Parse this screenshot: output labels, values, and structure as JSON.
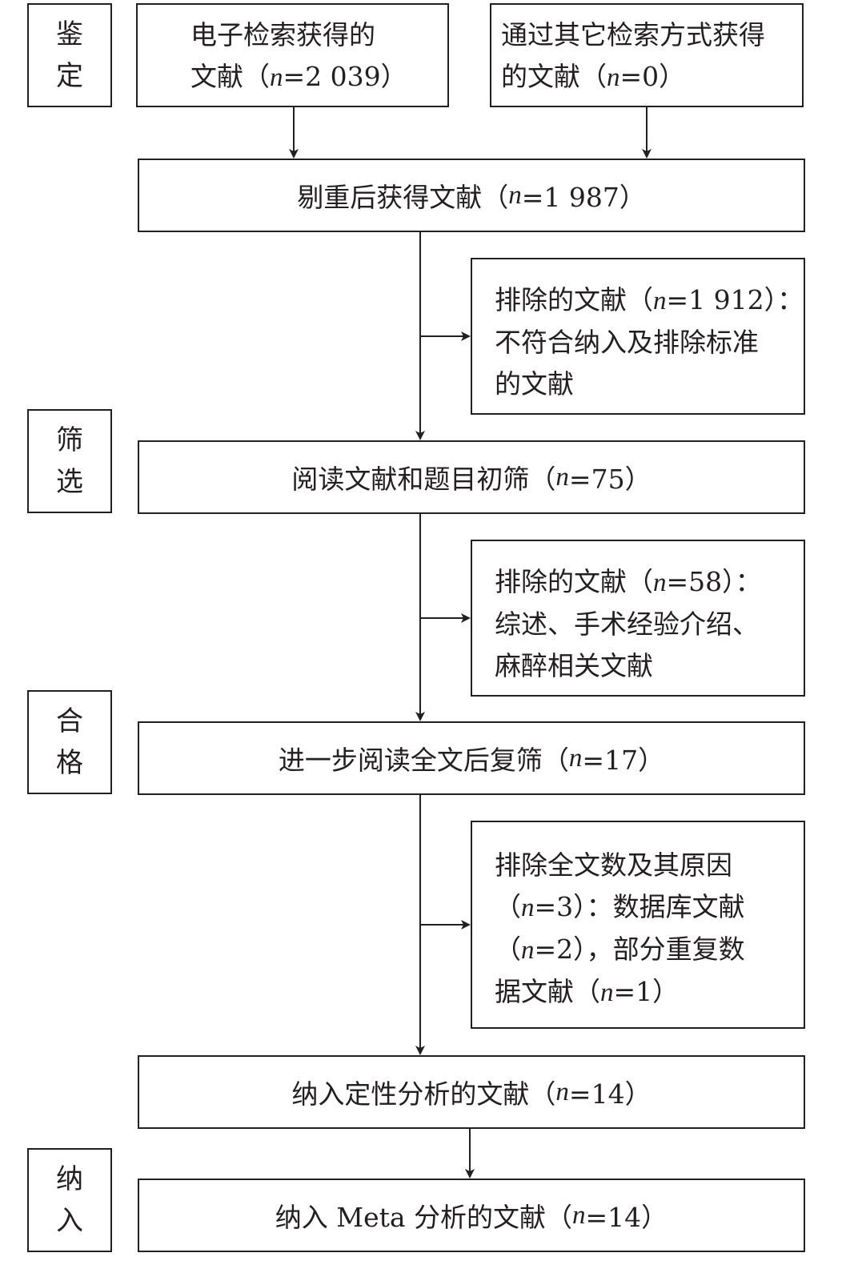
{
  "stages": {
    "identification": [
      "鉴",
      "定"
    ],
    "screening": [
      "筛",
      "选"
    ],
    "eligibility": [
      "合",
      "格"
    ],
    "included": [
      "纳",
      "入"
    ]
  },
  "boxes": {
    "electronic_search": {
      "line1": "电子检索获得的",
      "line2_prefix": "文献（",
      "n_var": "n",
      "n_value": "=2 039）"
    },
    "other_search": {
      "line1": "通过其它检索方式获得",
      "line2_prefix": "的文献（",
      "n_var": "n",
      "n_value": "=0）"
    },
    "after_dedup": {
      "prefix": "剔重后获得文献（",
      "n_var": "n",
      "n_value": "=1 987）"
    },
    "excluded_1": {
      "line1_prefix": "排除的文献（",
      "n_var": "n",
      "line1_suffix": "=1 912）：",
      "line2": "不符合纳入及排除标准",
      "line3": "的文献"
    },
    "title_screen": {
      "prefix": "阅读文献和题目初筛（",
      "n_var": "n",
      "n_value": "=75）"
    },
    "excluded_2": {
      "line1_prefix": "排除的文献（",
      "n_var": "n",
      "line1_suffix": "=58）：",
      "line2": "综述、手术经验介绍、",
      "line3": "麻醉相关文献"
    },
    "fulltext_screen": {
      "prefix": "进一步阅读全文后复筛（",
      "n_var": "n",
      "n_value": "=17）"
    },
    "excluded_3": {
      "line1": "排除全文数及其原因",
      "line2_prefix": "（",
      "line2_n_var": "n",
      "line2_suffix": "=3）：数据库文献",
      "line3_prefix": "（",
      "line3_n_var": "n",
      "line3_suffix": "=2），部分重复数",
      "line4_prefix": "据文献（",
      "line4_n_var": "n",
      "line4_suffix": "=1）"
    },
    "qualitative": {
      "prefix": "纳入定性分析的文献（",
      "n_var": "n",
      "n_value": "=14）"
    },
    "meta": {
      "prefix": "纳入 Meta 分析的文献（",
      "n_var": "n",
      "n_value": "=14）"
    }
  }
}
